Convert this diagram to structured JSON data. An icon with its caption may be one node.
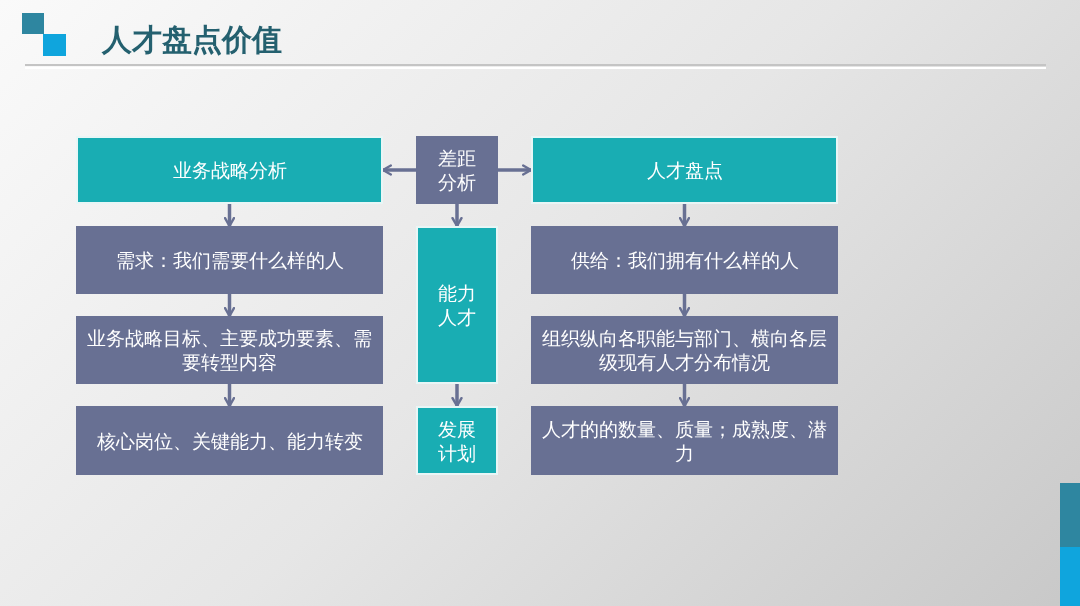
{
  "diagram": {
    "title": "人才盘点价值",
    "nodes": [
      {
        "text": [
          "业务战略分析"
        ]
      },
      {
        "text": [
          "需求：我们需要什么样的人"
        ]
      },
      {
        "text": [
          "业务战略目标、主要成功要素、需要转型内容"
        ]
      },
      {
        "text": [
          "核心岗位、关键能力、能力转变"
        ]
      },
      {
        "text": [
          "差距分析"
        ]
      },
      {
        "text": [
          "能力人才"
        ]
      },
      {
        "text": [
          "发展计划"
        ]
      },
      {
        "text": [
          "人才盘点"
        ]
      },
      {
        "text": [
          "供给：我们拥有什么样的人"
        ]
      },
      {
        "text": [
          "组织纵向各职能与部门、横向各层级现有人才分布情况"
        ]
      },
      {
        "text": [
          "人才的的数量、质量；成熟度、潜力"
        ]
      }
    ],
    "edges": [
      {
        "from": 0,
        "to": 1,
        "arrow": "to"
      },
      {
        "from": 1,
        "to": 2,
        "arrow": "to"
      },
      {
        "from": 2,
        "to": 3,
        "arrow": "to"
      },
      {
        "from": 4,
        "to": 0,
        "arrow": "to"
      },
      {
        "from": 4,
        "to": 7,
        "arrow": "to"
      },
      {
        "from": 4,
        "to": 5,
        "arrow": "to"
      },
      {
        "from": 5,
        "to": 6,
        "arrow": "to"
      },
      {
        "from": 7,
        "to": 8,
        "arrow": "to"
      },
      {
        "from": 8,
        "to": 9,
        "arrow": "to"
      },
      {
        "from": 9,
        "to": 10,
        "arrow": "to"
      }
    ]
  }
}
